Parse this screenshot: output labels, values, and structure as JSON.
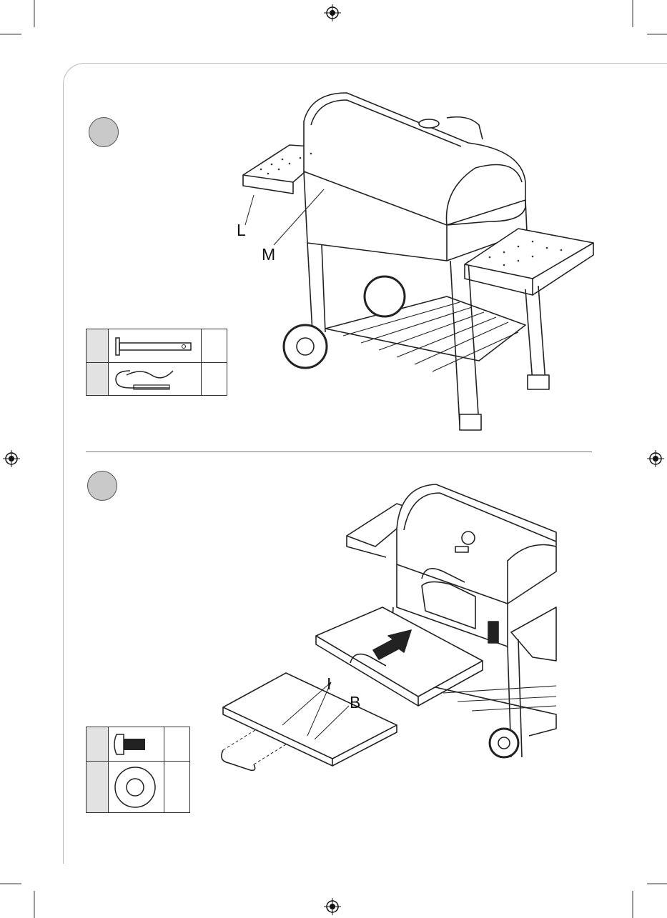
{
  "steps": [
    {
      "badge_label": "",
      "callouts": {
        "l": "L",
        "m": "M"
      },
      "parts": [
        {
          "icon": "clevis-pin-icon",
          "qty": ""
        },
        {
          "icon": "hairpin-clip-icon",
          "qty": ""
        }
      ]
    },
    {
      "badge_label": "",
      "callouts": {
        "i": "I",
        "b": "B"
      },
      "parts": [
        {
          "icon": "bolt-icon",
          "qty": ""
        },
        {
          "icon": "washer-icon",
          "qty": ""
        }
      ]
    }
  ],
  "colors": {
    "ink": "#222222",
    "badge_fill": "#c9c9c9",
    "panel_gray": "#e2e2e2"
  }
}
